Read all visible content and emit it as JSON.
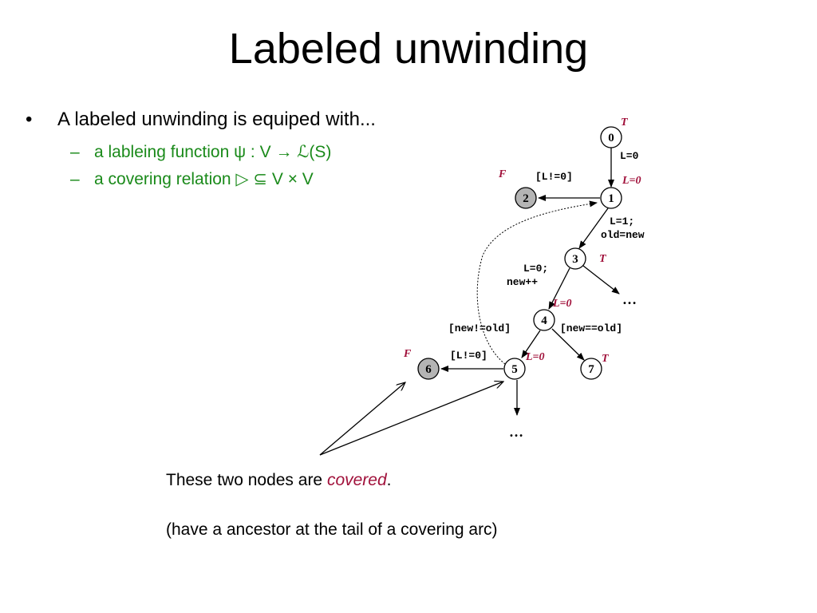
{
  "title": "Labeled unwinding",
  "bullet": {
    "marker": "•",
    "text": "A labeled unwinding is equiped with...",
    "subitems": [
      {
        "dash": "–",
        "text": "a lableing function ψ : V → ℒ(S)"
      },
      {
        "dash": "–",
        "text": "a covering relation ▷ ⊆ V × V"
      }
    ]
  },
  "diagram": {
    "nodes": [
      {
        "id": "0",
        "label": "0",
        "covered": false
      },
      {
        "id": "1",
        "label": "1",
        "covered": false
      },
      {
        "id": "2",
        "label": "2",
        "covered": true
      },
      {
        "id": "3",
        "label": "3",
        "covered": false
      },
      {
        "id": "4",
        "label": "4",
        "covered": false
      },
      {
        "id": "5",
        "label": "5",
        "covered": false
      },
      {
        "id": "6",
        "label": "6",
        "covered": true
      },
      {
        "id": "7",
        "label": "7",
        "covered": false
      }
    ],
    "edge_labels": {
      "e01": "L=0",
      "e12": "[L!=0]",
      "e13_a": "L=1;",
      "e13_b": "old=new",
      "e34_a": "L=0;",
      "e34_b": "new++",
      "e45": "[new!=old]",
      "e47": "[new==old]",
      "e56": "[L!=0]"
    },
    "node_annotations": {
      "n0": "T",
      "n1": "L=0",
      "n2": "F",
      "n3": "T",
      "n4": "L=0",
      "n5": "L=0",
      "n6": "F",
      "n7": "T"
    },
    "ellipsis_3": "…",
    "ellipsis_5": "…"
  },
  "caption": {
    "line1_prefix": "These two nodes are ",
    "line1_emph": "covered",
    "line1_suffix": ".",
    "line2": "(have a ancestor at the tail of a covering arc)"
  },
  "colors": {
    "annotation": "#a0103a",
    "subitem": "#1a8a1a",
    "covered_node_fill": "#b4b4b4"
  }
}
